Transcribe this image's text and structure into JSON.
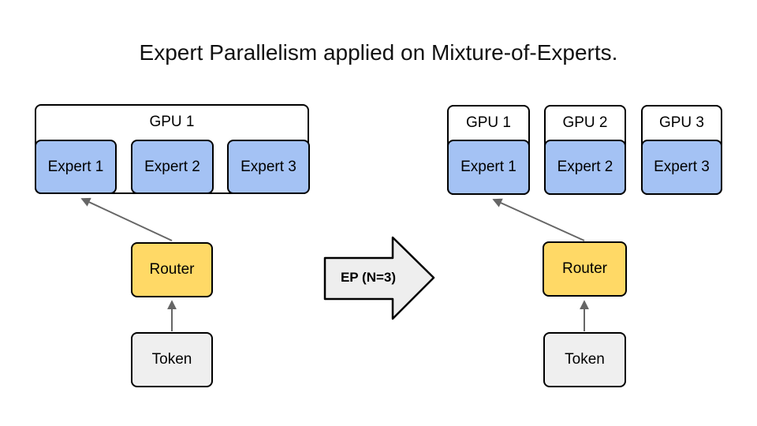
{
  "title": "Expert Parallelism applied on Mixture-of-Experts.",
  "ep_arrow": {
    "label": "EP (N=3)"
  },
  "left_panel": {
    "gpu": {
      "label": "GPU 1"
    },
    "experts": [
      "Expert 1",
      "Expert 2",
      "Expert 3"
    ],
    "router_label": "Router",
    "token_label": "Token"
  },
  "right_panel": {
    "gpus": [
      {
        "label": "GPU 1",
        "expert": "Expert 1"
      },
      {
        "label": "GPU 2",
        "expert": "Expert 2"
      },
      {
        "label": "GPU 3",
        "expert": "Expert 3"
      }
    ],
    "router_label": "Router",
    "token_label": "Token"
  },
  "colors": {
    "expert-fill": "#a4c2f4",
    "router-fill": "#ffd966",
    "token-fill": "#efefef",
    "ep-arrow-fill": "#eeeeee",
    "connector": "#666666",
    "border": "#000000"
  }
}
